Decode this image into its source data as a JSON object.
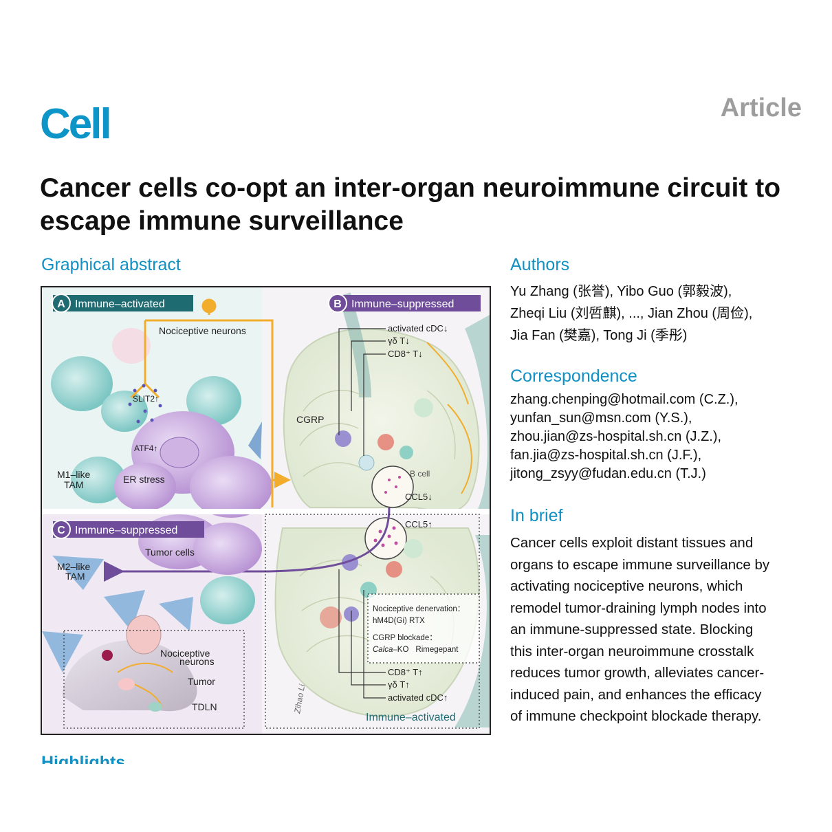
{
  "journal": "Cell",
  "article_type": "Article",
  "title": "Cancer cells co-opt an inter-organ neuroimmune circuit to escape immune surveillance",
  "graphical_abstract": {
    "heading": "Graphical abstract",
    "panel_a": {
      "letter": "A",
      "label": "Immune–activated"
    },
    "panel_b": {
      "letter": "B",
      "label": "Immune–suppressed"
    },
    "panel_c": {
      "letter": "C",
      "label": "Immune–suppressed"
    },
    "labels": {
      "nociceptive_neurons": "Nociceptive neurons",
      "slit2": "SLIT2↑",
      "atf4": "ATF4↑",
      "er_stress": "ER stress",
      "m1_tam_line1": "M1–like",
      "m1_tam_line2": "TAM",
      "cgrp": "CGRP",
      "b_cell": "B cell",
      "ccl5_down": "CCL5↓",
      "activated_cdc_down": "activated cDC↓",
      "gd_t_down": "γδ T↓",
      "cd8_t_down": "CD8⁺ T↓",
      "ccl5_up": "CCL5↑",
      "tumor_cells": "Tumor cells",
      "m2_tam_line1": "M2–like",
      "m2_tam_line2": "TAM",
      "mouse_noci_line1": "Nociceptive",
      "mouse_noci_line2": "neurons",
      "tumor": "Tumor",
      "tdln": "TDLN",
      "denervation_title": "Nociceptive denervation：",
      "denervation_items": "hM4D(Gi)   RTX",
      "cgrp_blockade_title": "CGRP blockade：",
      "calca_ko": "Calca",
      "calca_ko_suffix": "–KO",
      "rimegepant": "Rimegepant",
      "cd8_t_up": "CD8⁺ T↑",
      "gd_t_up": "γδ T↑",
      "activated_cdc_up": "activated cDC↑",
      "immune_activated_bottom": "Immune–activated",
      "signature": "Zihao Li"
    }
  },
  "authors": {
    "heading": "Authors",
    "lines": [
      "Yu Zhang (张誉), Yibo Guo (郭毅波),",
      "Zheqi Liu (刘啠麒), ..., Jian Zhou (周俭),",
      "Jia Fan (樊嘉), Tong Ji (季彤)"
    ]
  },
  "correspondence": {
    "heading": "Correspondence",
    "emails": [
      "zhang.chenping@hotmail.com (C.Z.),",
      "yunfan_sun@msn.com (Y.S.),",
      "zhou.jian@zs-hospital.sh.cn (J.Z.),",
      "fan.jia@zs-hospital.sh.cn (J.F.),",
      "jitong_zsyy@fudan.edu.cn (T.J.)"
    ]
  },
  "in_brief": {
    "heading": "In brief",
    "lines": [
      "Cancer cells exploit distant tissues and",
      "organs to escape immune surveillance by",
      "activating nociceptive neurons, which",
      "remodel tumor-draining lymph nodes into",
      "an immune-suppressed state. Blocking",
      "this inter-organ neuroimmune crosstalk",
      "reduces tumor growth, alleviates cancer-",
      "induced pain, and enhances the efficacy",
      "of immune checkpoint blockade therapy."
    ]
  },
  "highlights": {
    "heading": "Highlights"
  },
  "colors": {
    "brand_blue": "#0d95c8",
    "article_gray": "#9d9d9d",
    "panel_a_teal": "#1f6b72",
    "panel_bc_purple": "#6f4d9a",
    "neuron_orange": "#f2ad2c",
    "tumor_purple": "#b690d2",
    "macrophage_teal": "#7cc6c3"
  }
}
